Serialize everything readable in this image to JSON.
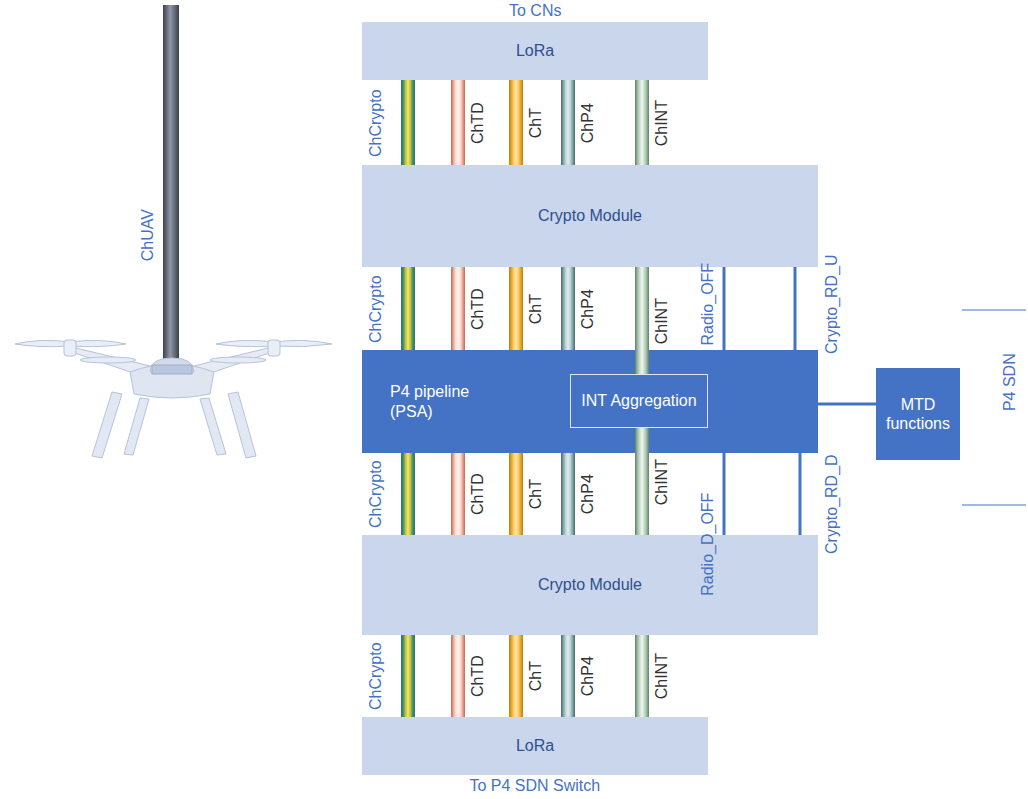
{
  "diagram": {
    "nodes": [
      {
        "text": [
          "LoRa"
        ]
      },
      {
        "text": [
          "Crypto Module"
        ]
      },
      {
        "text": [
          "P4 pipeline (PSA)"
        ]
      },
      {
        "text": [
          "INT Aggregation"
        ],
        "in": 2
      },
      {
        "text": [
          "MTD functions"
        ]
      },
      {
        "text": [
          "Crypto Module"
        ]
      },
      {
        "text": [
          "LoRa"
        ]
      }
    ],
    "edges": [
      {
        "from": 0,
        "to": 1,
        "arrow": "none",
        "label": "ChCrypto"
      },
      {
        "from": 0,
        "to": 1,
        "arrow": "none",
        "label": "ChTD"
      },
      {
        "from": 0,
        "to": 1,
        "arrow": "none",
        "label": "ChT"
      },
      {
        "from": 0,
        "to": 1,
        "arrow": "none",
        "label": "ChP4"
      },
      {
        "from": 0,
        "to": 1,
        "arrow": "none",
        "label": "ChINT"
      },
      {
        "from": 1,
        "to": 2,
        "arrow": "none",
        "label": "ChCrypto"
      },
      {
        "from": 1,
        "to": 2,
        "arrow": "none",
        "label": "ChTD"
      },
      {
        "from": 1,
        "to": 2,
        "arrow": "none",
        "label": "ChT"
      },
      {
        "from": 1,
        "to": 2,
        "arrow": "none",
        "label": "ChP4"
      },
      {
        "from": 1,
        "to": 3,
        "arrow": "none",
        "label": "ChINT"
      },
      {
        "from": 1,
        "to": 2,
        "arrow": "none",
        "label": "Radio_OFF"
      },
      {
        "from": 1,
        "to": 2,
        "arrow": "none",
        "label": "Crypto_RD_U"
      },
      {
        "from": 2,
        "to": 5,
        "arrow": "none",
        "label": "ChCrypto"
      },
      {
        "from": 2,
        "to": 5,
        "arrow": "none",
        "label": "ChTD"
      },
      {
        "from": 2,
        "to": 5,
        "arrow": "none",
        "label": "ChT"
      },
      {
        "from": 2,
        "to": 5,
        "arrow": "none",
        "label": "ChP4"
      },
      {
        "from": 3,
        "to": 5,
        "arrow": "none",
        "label": "ChINT"
      },
      {
        "from": 2,
        "to": 5,
        "arrow": "none",
        "label": "Radio_D_OFF"
      },
      {
        "from": 2,
        "to": 5,
        "arrow": "none",
        "label": "Crypto_RD_D"
      },
      {
        "from": 5,
        "to": 6,
        "arrow": "none",
        "label": "ChCrypto"
      },
      {
        "from": 5,
        "to": 6,
        "arrow": "none",
        "label": "ChTD"
      },
      {
        "from": 5,
        "to": 6,
        "arrow": "none",
        "label": "ChT"
      },
      {
        "from": 5,
        "to": 6,
        "arrow": "none",
        "label": "ChP4"
      },
      {
        "from": 5,
        "to": 6,
        "arrow": "none",
        "label": "ChINT"
      },
      {
        "from": 2,
        "to": 4,
        "arrow": "none"
      }
    ],
    "labels": [
      "To CNs",
      "ChUAV",
      "P4 SDN",
      "To P4 SDN Switch"
    ]
  }
}
